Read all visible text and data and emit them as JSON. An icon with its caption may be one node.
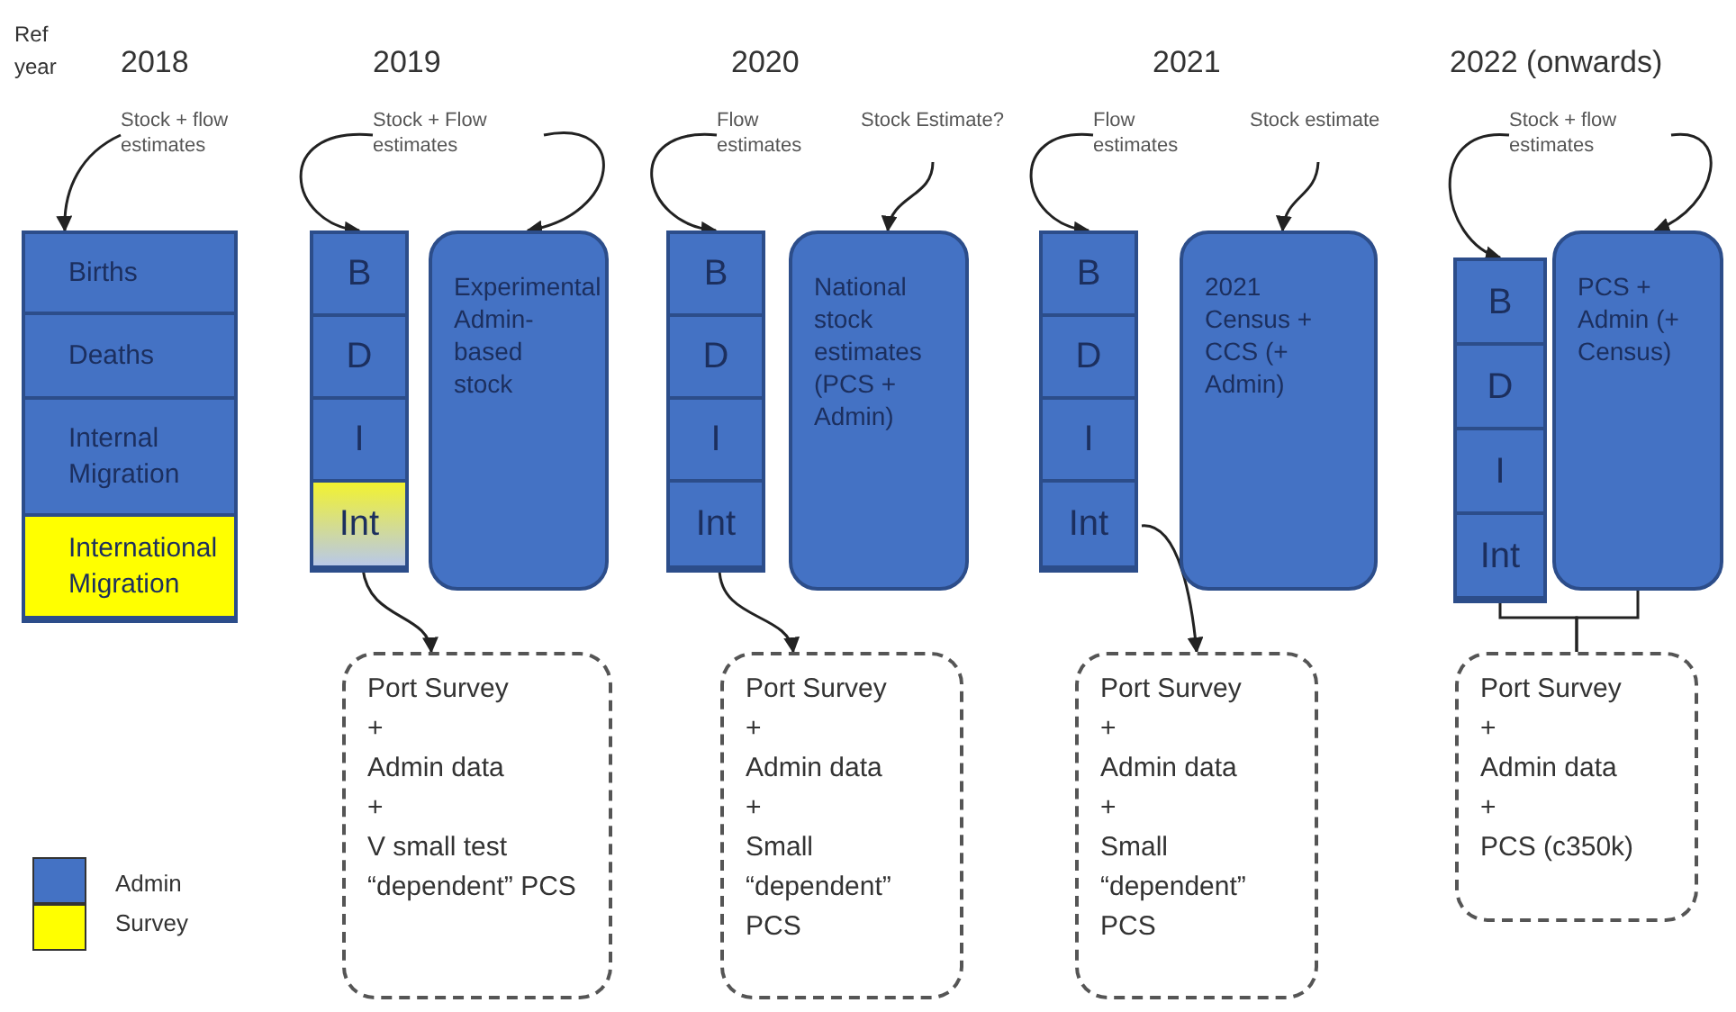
{
  "diagram": {
    "nodes": [
      {
        "text": [
          "Stock + flow estimates"
        ]
      },
      {
        "text": [],
        "shape": "box"
      },
      {
        "text": [
          "Births"
        ],
        "in": 1
      },
      {
        "text": [
          "Deaths"
        ],
        "in": 1
      },
      {
        "text": [
          "Internal Migration"
        ],
        "in": 1
      },
      {
        "text": [
          "International Migration"
        ],
        "in": 1
      },
      {
        "text": [
          "Stock + Flow estimates"
        ]
      },
      {
        "text": [],
        "shape": "box"
      },
      {
        "text": [
          "B"
        ],
        "in": 7
      },
      {
        "text": [
          "D"
        ],
        "in": 7
      },
      {
        "text": [
          "I"
        ],
        "in": 7
      },
      {
        "text": [
          "Int"
        ],
        "in": 7
      },
      {
        "text": [
          "Experimental Admin-based stock"
        ]
      },
      {
        "text": [
          "Port Survey",
          "+",
          "Admin data",
          "+",
          "V small test “dependent” PCS"
        ]
      },
      {
        "text": [
          "Flow estimates"
        ]
      },
      {
        "text": [
          "Stock Estimate?"
        ]
      },
      {
        "text": [],
        "shape": "box"
      },
      {
        "text": [
          "B"
        ],
        "in": 16
      },
      {
        "text": [
          "D"
        ],
        "in": 16
      },
      {
        "text": [
          "I"
        ],
        "in": 16
      },
      {
        "text": [
          "Int"
        ],
        "in": 16
      },
      {
        "text": [
          "National stock estimates (PCS + Admin)"
        ]
      },
      {
        "text": [
          "Port Survey",
          "+",
          "Admin data",
          "+",
          "Small “dependent” PCS"
        ]
      },
      {
        "text": [
          "Flow estimates"
        ]
      },
      {
        "text": [
          "Stock estimate"
        ]
      },
      {
        "text": [],
        "shape": "box"
      },
      {
        "text": [
          "B"
        ],
        "in": 25
      },
      {
        "text": [
          "D"
        ],
        "in": 25
      },
      {
        "text": [
          "I"
        ],
        "in": 25
      },
      {
        "text": [
          "Int"
        ],
        "in": 25
      },
      {
        "text": [
          "2021 Census + CCS (+ Admin)"
        ]
      },
      {
        "text": [
          "Port Survey",
          "+",
          "Admin data",
          "+",
          "Small “dependent” PCS"
        ]
      },
      {
        "text": [
          "Stock + flow estimates"
        ]
      },
      {
        "text": [],
        "shape": "box"
      },
      {
        "text": [
          "B"
        ],
        "in": 33
      },
      {
        "text": [
          "D"
        ],
        "in": 33
      },
      {
        "text": [
          "I"
        ],
        "in": 33
      },
      {
        "text": [
          "Int"
        ],
        "in": 33
      },
      {
        "text": [
          "PCS + Admin (+ Census)"
        ]
      },
      {
        "text": [
          "Port Survey",
          "+",
          "Admin data",
          "+",
          "PCS (c350k)"
        ]
      }
    ],
    "edges": [
      {
        "from": 0,
        "to": 1,
        "arrow": "to"
      },
      {
        "from": 6,
        "to": 7,
        "arrow": "to"
      },
      {
        "from": 6,
        "to": 12,
        "arrow": "to"
      },
      {
        "from": 11,
        "to": 13,
        "arrow": "to"
      },
      {
        "from": 14,
        "to": 16,
        "arrow": "to"
      },
      {
        "from": 15,
        "to": 21,
        "arrow": "to"
      },
      {
        "from": 20,
        "to": 22,
        "arrow": "to"
      },
      {
        "from": 23,
        "to": 25,
        "arrow": "to"
      },
      {
        "from": 24,
        "to": 30,
        "arrow": "to"
      },
      {
        "from": 29,
        "to": 31,
        "arrow": "to"
      },
      {
        "from": 32,
        "to": 33,
        "arrow": "to"
      },
      {
        "from": 32,
        "to": 38,
        "arrow": "to"
      },
      {
        "from": 33,
        "to": 39,
        "arrow": "none"
      },
      {
        "from": 38,
        "to": 39,
        "arrow": "none"
      }
    ],
    "labels": [
      "Ref year",
      "2018",
      "2019",
      "2020",
      "2021",
      "2022 (onwards)"
    ],
    "legend": [
      {
        "text": "Admin",
        "color": "#4472c4"
      },
      {
        "text": "Survey",
        "color": "#ffff00"
      }
    ]
  }
}
